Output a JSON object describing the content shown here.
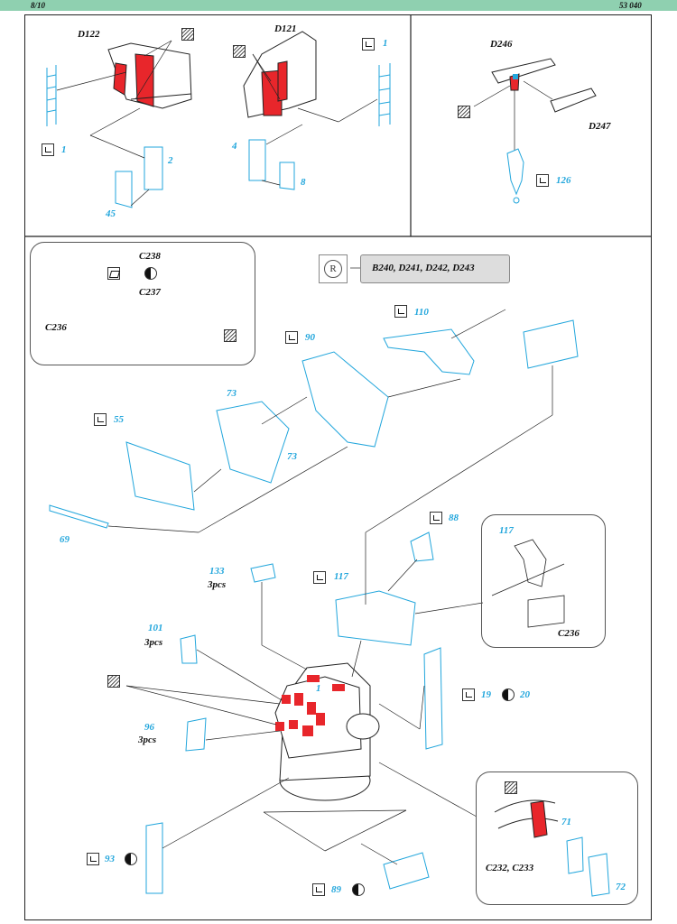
{
  "header": {
    "page": "8/10",
    "code": "53 040"
  },
  "reference_box": {
    "parts": "B240, D241, D242, D243"
  },
  "labels": {
    "D122": "D122",
    "D121": "D121",
    "D246": "D246",
    "D247": "D247",
    "C238": "C238",
    "C237": "C237",
    "C236": "C236",
    "C236b": "C236",
    "C232": "C232, C233",
    "pcs133": "3pcs",
    "pcs101": "3pcs",
    "pcs96": "3pcs"
  },
  "part_numbers": {
    "p1a": "1",
    "p2": "2",
    "p45": "45",
    "p1b": "1",
    "p4": "4",
    "p8": "8",
    "p126": "126",
    "p110": "110",
    "p90": "90",
    "p73a": "73",
    "p73b": "73",
    "p55": "55",
    "p69": "69",
    "p88": "88",
    "p117a": "117",
    "p117b": "117",
    "p133": "133",
    "p101": "101",
    "p96": "96",
    "p19": "19",
    "p20": "20",
    "p71": "71",
    "p72": "72",
    "p93": "93",
    "p89": "89",
    "p1c": "1"
  },
  "colors": {
    "part": "#22a6dc",
    "photo_etch_red": "#e8262b",
    "header_bar": "#8fd0b0"
  }
}
